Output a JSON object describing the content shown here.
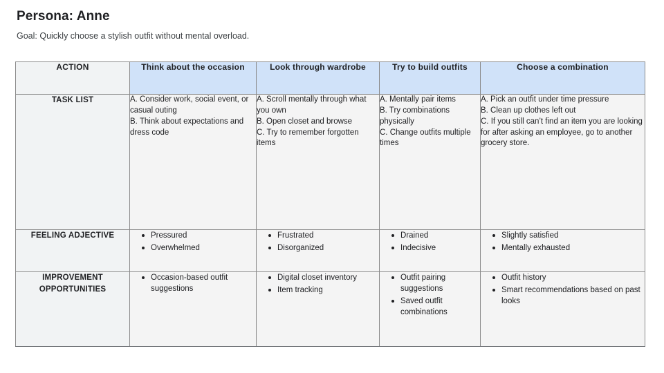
{
  "header": {
    "title": "Persona: Anne",
    "goal": "Goal: Quickly choose a stylish outfit without mental overload."
  },
  "colors": {
    "stage_header_bg": "#d0e2f9",
    "label_bg": "#f1f3f4",
    "cell_bg": "#f4f4f4",
    "border": "#5f6368",
    "text": "#202124"
  },
  "table": {
    "columns": [
      {
        "label": "ACTION",
        "type": "row-header"
      },
      {
        "label": "Think about the occasion",
        "type": "stage"
      },
      {
        "label": "Look through wardrobe",
        "type": "stage"
      },
      {
        "label": "Try to build outfits",
        "type": "stage"
      },
      {
        "label": "Choose a combination",
        "type": "stage"
      }
    ],
    "rows": [
      {
        "label": "TASK LIST",
        "style": "lines",
        "cells": [
          [
            "A. Consider work, social event, or casual outing",
            "B. Think about expectations and dress code"
          ],
          [
            "A. Scroll mentally through what you own",
            "B. Open closet and browse",
            "C. Try to remember forgotten items"
          ],
          [
            "A. Mentally pair items",
            "B. Try combinations physically",
            "C. Change outfits multiple times"
          ],
          [
            "A. Pick an outfit under time pressure",
            "B. Clean up clothes left out",
            "C. If you still can’t find an item you are looking for after asking an employee, go to another grocery store."
          ]
        ]
      },
      {
        "label": "FEELING ADJECTIVE",
        "style": "bullets",
        "cells": [
          [
            "Pressured",
            "Overwhelmed"
          ],
          [
            "Frustrated",
            "Disorganized"
          ],
          [
            "Drained",
            "Indecisive"
          ],
          [
            "Slightly satisfied",
            "Mentally exhausted"
          ]
        ]
      },
      {
        "label": "IMPROVEMENT OPPORTUNITIES",
        "label_line1": "IMPROVEMENT",
        "label_line2": "OPPORTUNITIES",
        "style": "bullets",
        "cells": [
          [
            "Occasion-based outfit suggestions"
          ],
          [
            "Digital closet inventory",
            "Item tracking"
          ],
          [
            "Outfit pairing suggestions",
            "Saved outfit combinations"
          ],
          [
            "Outfit history",
            "Smart recommendations based on past looks"
          ]
        ]
      }
    ]
  }
}
